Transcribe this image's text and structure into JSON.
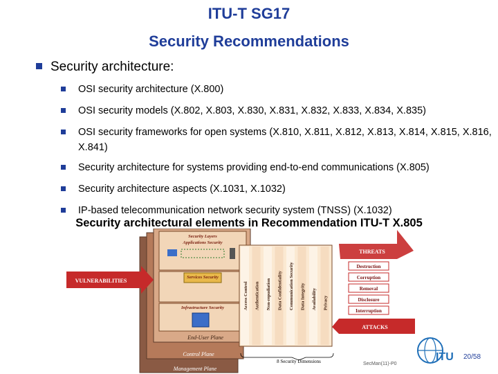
{
  "title_line1": "ITU-T SG17",
  "title_line2": "Security Recommendations",
  "section_heading": "Security architecture:",
  "items": [
    "OSI security architecture (X.800)",
    "OSI security models (X.802, X.803, X.830, X.831, X.832, X.833, X.834, X.835)",
    "OSI security frameworks for open systems (X.810, X.811,  X.812, X.813, X.814, X.815, X.816, X.841)",
    "Security architecture for systems providing end-to-end communications (X.805)",
    "Security architecture aspects (X.1031, X.1032)",
    "IP-based telecommunication network security system (TNSS) (X.1032)"
  ],
  "diagram_caption": "Security architectural elements in Recommendation ITU-T X.805",
  "diagram": {
    "layers_header": "Security Layers",
    "application_security": "Applications Security",
    "services_security": "Services Security",
    "infrastructure_security": "Infrastructure Security",
    "end_user_plane": "End-User Plane",
    "control_plane": "Control Plane",
    "management_plane": "Management Plane",
    "vulnerabilities": "VULNERABILITIES",
    "threats": "THREATS",
    "threat_list": [
      "Destruction",
      "Corruption",
      "Removal",
      "Disclosure",
      "Interruption"
    ],
    "attacks": "ATTACKS",
    "dimensions_label": "8 Security Dimensions",
    "dimensions": [
      "Access Control",
      "Authentication",
      "Non-repudiation",
      "Data Confidentiality",
      "Communication Security",
      "Data Integrity",
      "Availability",
      "Privacy"
    ]
  },
  "footer_code": "SecMan(11)-P0",
  "logo_text": "ITU",
  "slide_number": "20/58",
  "colors": {
    "title_blue": "#1f3d99",
    "diagram_red": "#c62a2a",
    "plane_brown": "#8a5a44"
  }
}
